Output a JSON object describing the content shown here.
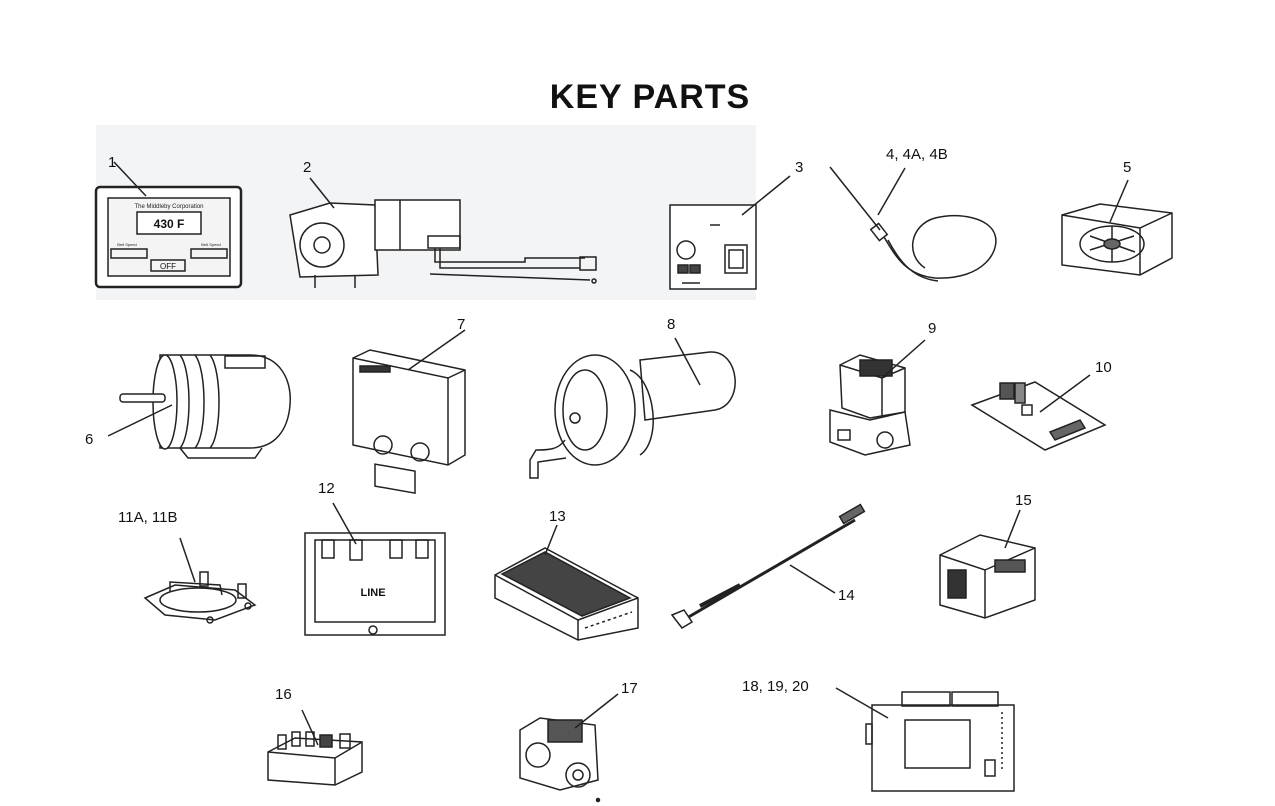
{
  "title": "KEY PARTS",
  "parts": [
    {
      "label": "1"
    },
    {
      "label": "2"
    },
    {
      "label": "3"
    },
    {
      "label": "4, 4A, 4B"
    },
    {
      "label": "5"
    },
    {
      "label": "6"
    },
    {
      "label": "7"
    },
    {
      "label": "8"
    },
    {
      "label": "9"
    },
    {
      "label": "10"
    },
    {
      "label": "11A, 11B"
    },
    {
      "label": "12"
    },
    {
      "label": "13"
    },
    {
      "label": "14"
    },
    {
      "label": "15"
    },
    {
      "label": "16"
    },
    {
      "label": "17"
    },
    {
      "label": "18, 19, 20"
    }
  ],
  "control_panel": {
    "brand": "The Middleby Corporation",
    "temperature": "430 F",
    "button_left": "Belt Speed",
    "button_right": "Belt Speed",
    "off_label": "OFF"
  },
  "relay_board_text": "LINE"
}
